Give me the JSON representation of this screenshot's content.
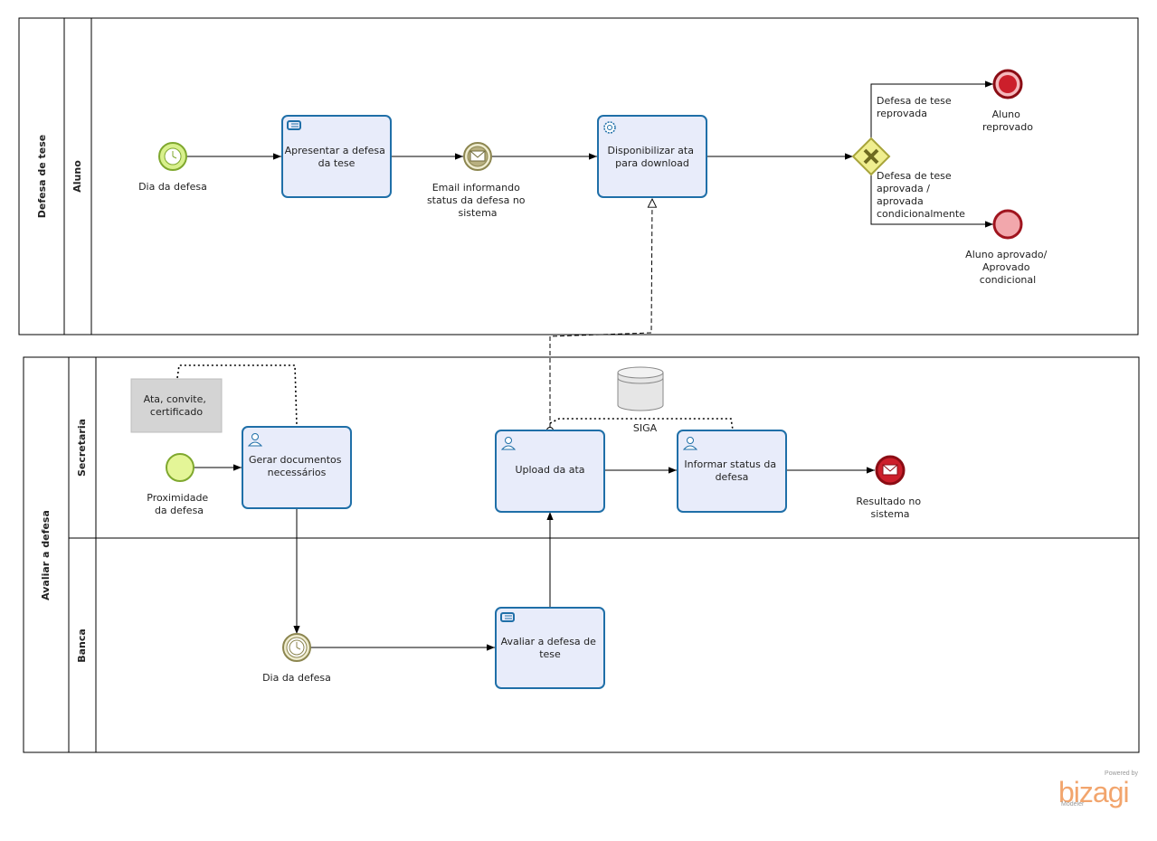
{
  "pools": {
    "top": {
      "title": "Defesa de tese",
      "lane": "Aluno"
    },
    "bottom": {
      "title": "Avaliar a defesa",
      "lanes": [
        "Secretaria",
        "Banca"
      ]
    }
  },
  "events": {
    "timer_start": [
      "Dia da defesa"
    ],
    "email_intermediate": [
      "Email informando",
      "status da defesa no",
      "sistema"
    ],
    "end_reprovado": [
      "Aluno",
      "reprovado"
    ],
    "end_aprovado": [
      "Aluno aprovado/",
      "Aprovado",
      "condicional"
    ],
    "start_proximidade": [
      "Proximidade",
      "da defesa"
    ],
    "timer_banca": [
      "Dia da defesa"
    ],
    "end_resultado": [
      "Resultado no",
      "sistema"
    ]
  },
  "tasks": {
    "apresentar": [
      "Apresentar a defesa",
      "da tese"
    ],
    "disponibilizar": [
      "Disponibilizar ata",
      "para download"
    ],
    "gerar": [
      "Gerar documentos",
      "necessários"
    ],
    "upload": [
      "Upload da ata"
    ],
    "informar": [
      "Informar status da",
      "defesa"
    ],
    "avaliar": [
      "Avaliar a  defesa de",
      "tese"
    ]
  },
  "gateway_conditions": {
    "reprovada": [
      "Defesa de tese",
      "reprovada"
    ],
    "aprovada": [
      "Defesa de tese",
      "aprovada /",
      "aprovada",
      "condicionalmente"
    ]
  },
  "artifacts": {
    "documents": [
      "Ata, convite,",
      "certificado"
    ],
    "datastore": "SIGA"
  },
  "logo": {
    "powered": "Powered by",
    "brand": "bizagi",
    "product": "Modeler"
  },
  "colors": {
    "task_fill": "#e8ecfa",
    "task_border": "#1f6fa8",
    "start_fill": "#d8f08c",
    "start_border": "#7fa82e",
    "end_fill": "#cc1f2b",
    "end_border": "#8b0c14",
    "gateway_fill": "#f0ee8f",
    "gateway_border": "#a8a43a",
    "intermediate_fill": "#efeccf",
    "intermediate_border": "#8c8650",
    "artifact_fill": "#d4d4d4",
    "logo": "#f2a56d"
  }
}
